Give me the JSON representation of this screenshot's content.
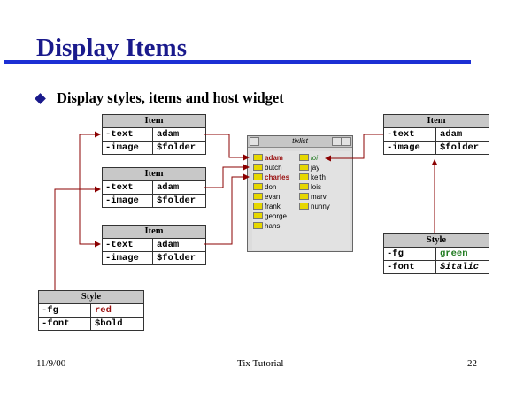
{
  "title": "Display Items",
  "bullet": "Display styles, items and host widget",
  "item_header": "Item",
  "style_header": "Style",
  "items_left": [
    {
      "rows": [
        {
          "key": "-text",
          "val": "adam"
        },
        {
          "key": "-image",
          "val": "$folder"
        }
      ]
    },
    {
      "rows": [
        {
          "key": "-text",
          "val": "adam"
        },
        {
          "key": "-image",
          "val": "$folder"
        }
      ]
    },
    {
      "rows": [
        {
          "key": "-text",
          "val": "adam"
        },
        {
          "key": "-image",
          "val": "$folder"
        }
      ]
    }
  ],
  "item_right": {
    "rows": [
      {
        "key": "-text",
        "val": "adam"
      },
      {
        "key": "-image",
        "val": "$folder"
      }
    ]
  },
  "style_right": {
    "rows": [
      {
        "key": "-fg",
        "val": "green",
        "color": "#1f7a1f"
      },
      {
        "key": "-font",
        "val": "$italic",
        "italic": true
      }
    ]
  },
  "style_left": {
    "rows": [
      {
        "key": "-fg",
        "val": "red",
        "color": "#9a1010"
      },
      {
        "key": "-font",
        "val": "$bold"
      }
    ]
  },
  "tixlist": {
    "window_title": "tixlist",
    "col1": [
      "adam",
      "butch",
      "charles",
      "don",
      "evan",
      "frank",
      "george",
      "hans"
    ],
    "col2": [
      "ioi",
      "jay",
      "keith",
      "lois",
      "marv",
      "nunny"
    ],
    "red_items": [
      "adam",
      "charles"
    ],
    "green_items": [
      "ioi"
    ]
  },
  "footer": {
    "date": "11/9/00",
    "center": "Tix Tutorial",
    "page": "22"
  },
  "colors": {
    "title": "#1a1a8c",
    "rule": "#1c2fd4",
    "arrow": "#8b0000"
  }
}
